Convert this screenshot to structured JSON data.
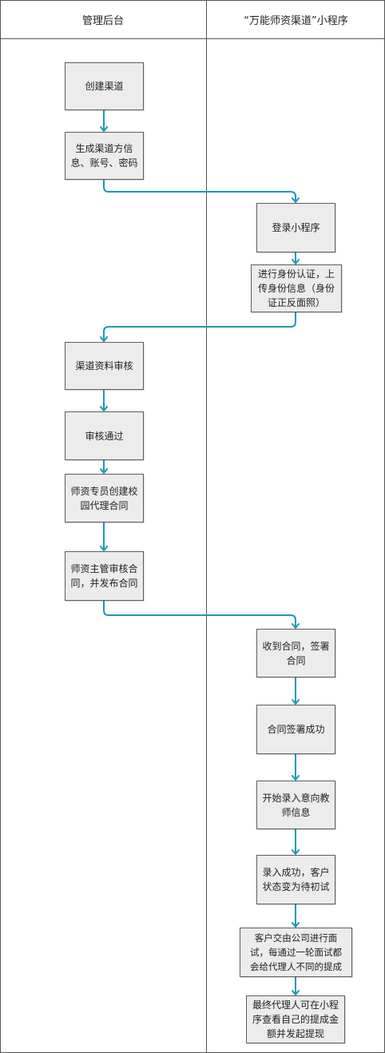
{
  "lanes": {
    "left_title": "管理后台",
    "right_title": "“万能师资渠道”小程序"
  },
  "colors": {
    "connector": "#1a9ab4",
    "node_fill": "#ececec",
    "node_border": "#5c5c5c",
    "lines": "#555555"
  },
  "nodes": {
    "create_channel": "创建渠道",
    "generate_account": "生成渠道方信\n息、账号、密码",
    "login_miniprogram": "登录小程序",
    "identity_verification": "进行身份认证，上\n传身份信息（身份\n证正反面照）",
    "review_channel_info": "渠道资料审核",
    "review_passed": "审核通过",
    "create_contract": "师资专员创建校\n园代理合同",
    "publish_contract": "师资主管审核合\n同，并发布合同",
    "receive_contract": "收到合同，签署\n合同",
    "contract_signed": "合同签署成功",
    "enter_teacher_info": "开始录入意向教\n师信息",
    "entry_success": "录入成功，客户\n状态变为待初试",
    "interview_commission": "客户交由公司进行面\n试，每通过一轮面试都\n会给代理人不同的提成",
    "withdraw_commission": "最终代理人可在小程\n序查看自己的提成金\n额并发起提现"
  }
}
